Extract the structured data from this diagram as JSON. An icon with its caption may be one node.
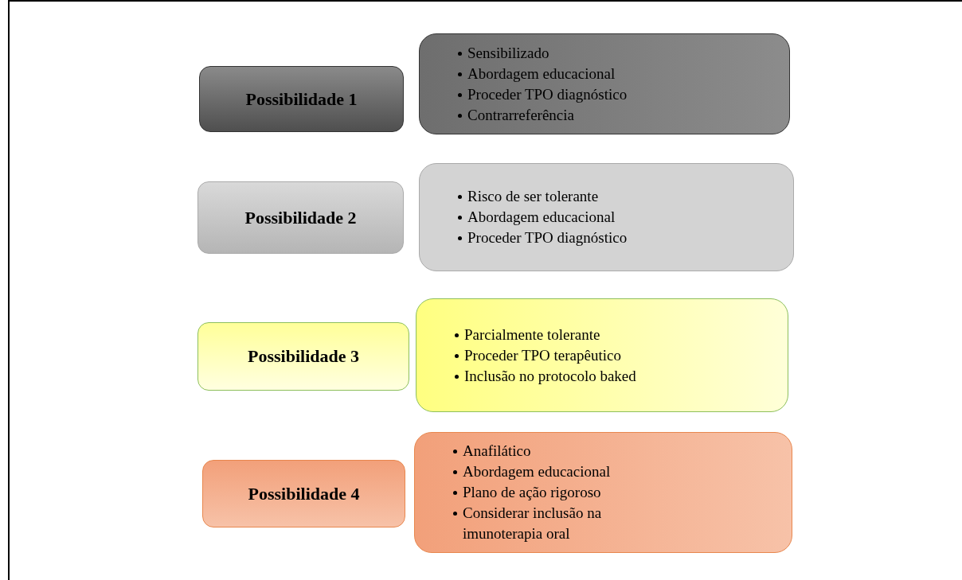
{
  "diagram": {
    "nodes": [
      {
        "text": [
          "Possibilidade 1"
        ]
      },
      {
        "text": [
          "Sensibilizado",
          "Abordagem educacional",
          "Proceder TPO diagnóstico",
          "Contrarreferência"
        ]
      },
      {
        "text": [
          "Possibilidade 2"
        ]
      },
      {
        "text": [
          "Risco de ser tolerante",
          "Abordagem educacional",
          "Proceder TPO diagnóstico"
        ]
      },
      {
        "text": [
          "Possibilidade 3"
        ]
      },
      {
        "text": [
          "Parcialmente tolerante",
          "Proceder TPO terapêutico",
          "Inclusão no protocolo baked"
        ]
      },
      {
        "text": [
          "Possibilidade 4"
        ]
      },
      {
        "text": [
          "Anafilático",
          "Abordagem educacional",
          "Plano de ação rigoroso",
          "Considerar inclusão na imunoterapia oral"
        ]
      }
    ]
  }
}
